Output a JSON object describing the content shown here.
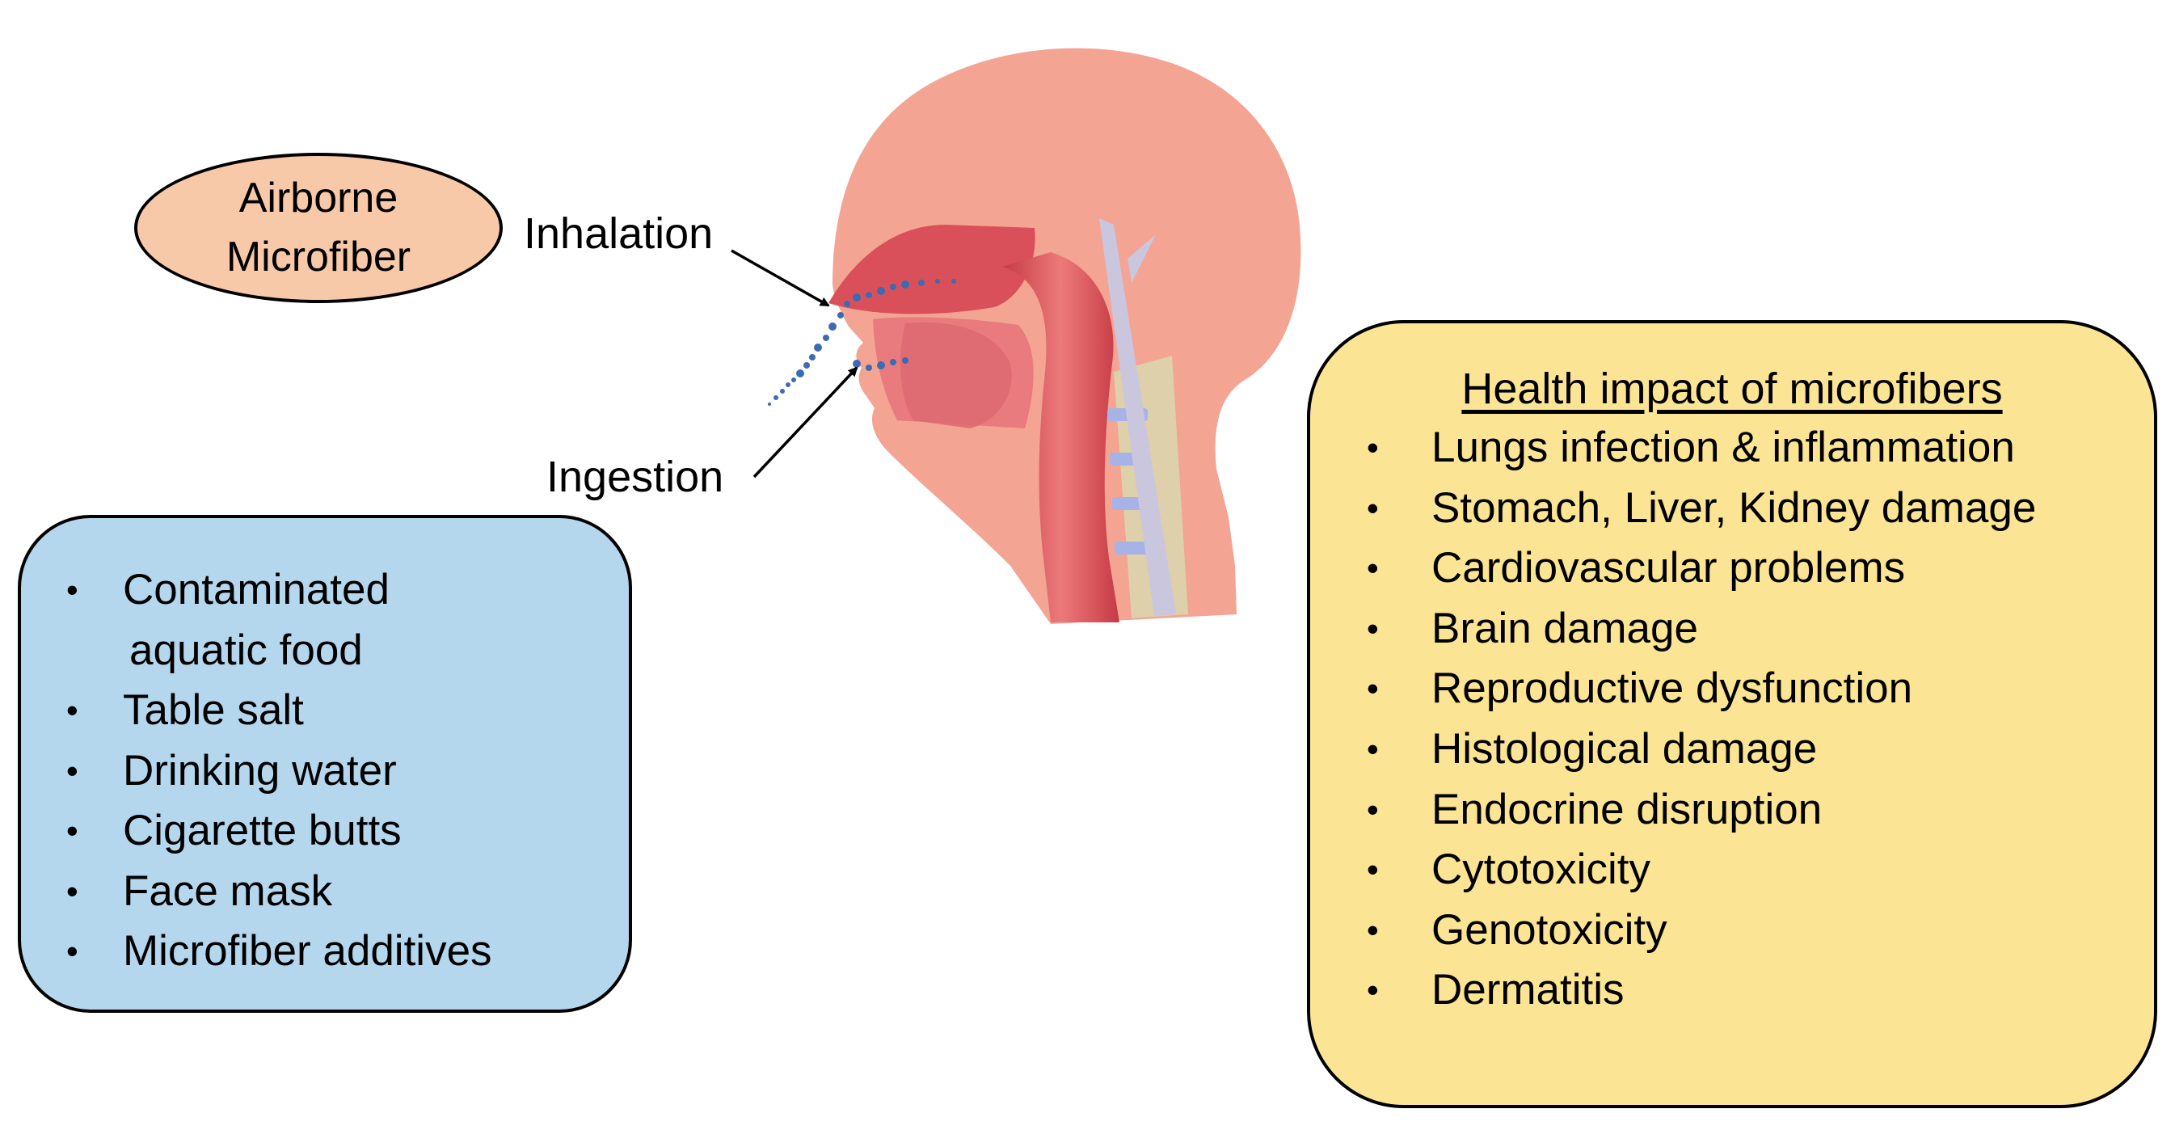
{
  "source": {
    "line1": "Airborne",
    "line2": "Microfiber"
  },
  "routes": {
    "inhalation": "Inhalation",
    "ingestion": "Ingestion"
  },
  "sources_box": {
    "items": [
      {
        "text": "Contaminated",
        "bullet": true
      },
      {
        "text": "aquatic food",
        "bullet": false
      },
      {
        "text": "Table salt",
        "bullet": true
      },
      {
        "text": "Drinking water",
        "bullet": true
      },
      {
        "text": "Cigarette butts",
        "bullet": true
      },
      {
        "text": "Face mask",
        "bullet": true
      },
      {
        "text": "Microfiber additives",
        "bullet": true
      }
    ]
  },
  "health_box": {
    "heading": "Health impact of microfibers",
    "items": [
      "Lungs infection & inflammation",
      "Stomach, Liver, Kidney damage",
      "Cardiovascular problems",
      "Brain damage",
      "Reproductive dysfunction",
      "Histological damage",
      "Endocrine disruption",
      "Cytotoxicity",
      "Genotoxicity",
      "Dermatitis"
    ]
  },
  "bullet_char": "•",
  "colors": {
    "source_ellipse": "#f8c9a8",
    "sources_box": "#b4d7ee",
    "health_box": "#fbe493",
    "head_skin": "#f3a493",
    "airway": "#d9505a",
    "particles": "#3d6bb3"
  },
  "illustration": {
    "icon": "human-head-cross-section-icon"
  }
}
